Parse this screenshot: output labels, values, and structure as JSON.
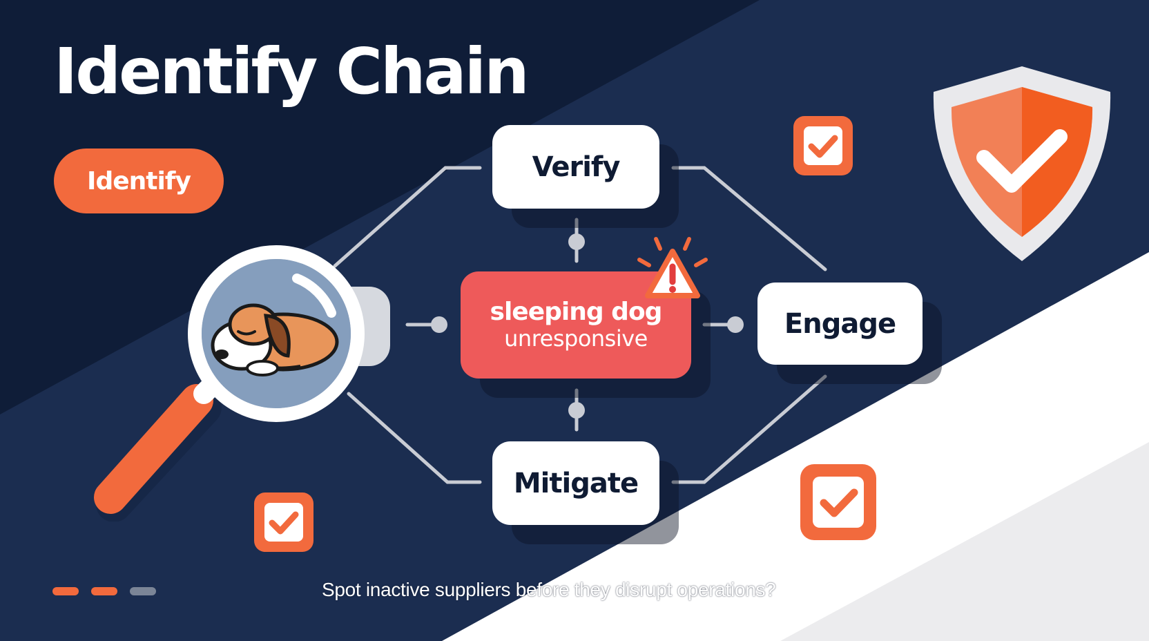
{
  "title": "Identify Chain",
  "pill": {
    "label": "Identify"
  },
  "nodes": {
    "verify": "Verify",
    "engage": "Engage",
    "mitigate": "Mitigate",
    "center": {
      "line1": "sleeping dog",
      "line2": "unresponsive"
    }
  },
  "caption": "Spot inactive suppliers before they disrupt operations?",
  "colors": {
    "navy": "#0f1d38",
    "navy_light": "#1c2e52",
    "accent_orange": "#f26a3d",
    "alert_red": "#ee5a5a",
    "white": "#ffffff"
  },
  "icons": [
    "magnifier-icon",
    "sleeping-dog-icon",
    "warning-icon",
    "shield-check-icon",
    "checkbox-icon"
  ],
  "progress": {
    "steps_total": 3,
    "steps_active": 2
  }
}
